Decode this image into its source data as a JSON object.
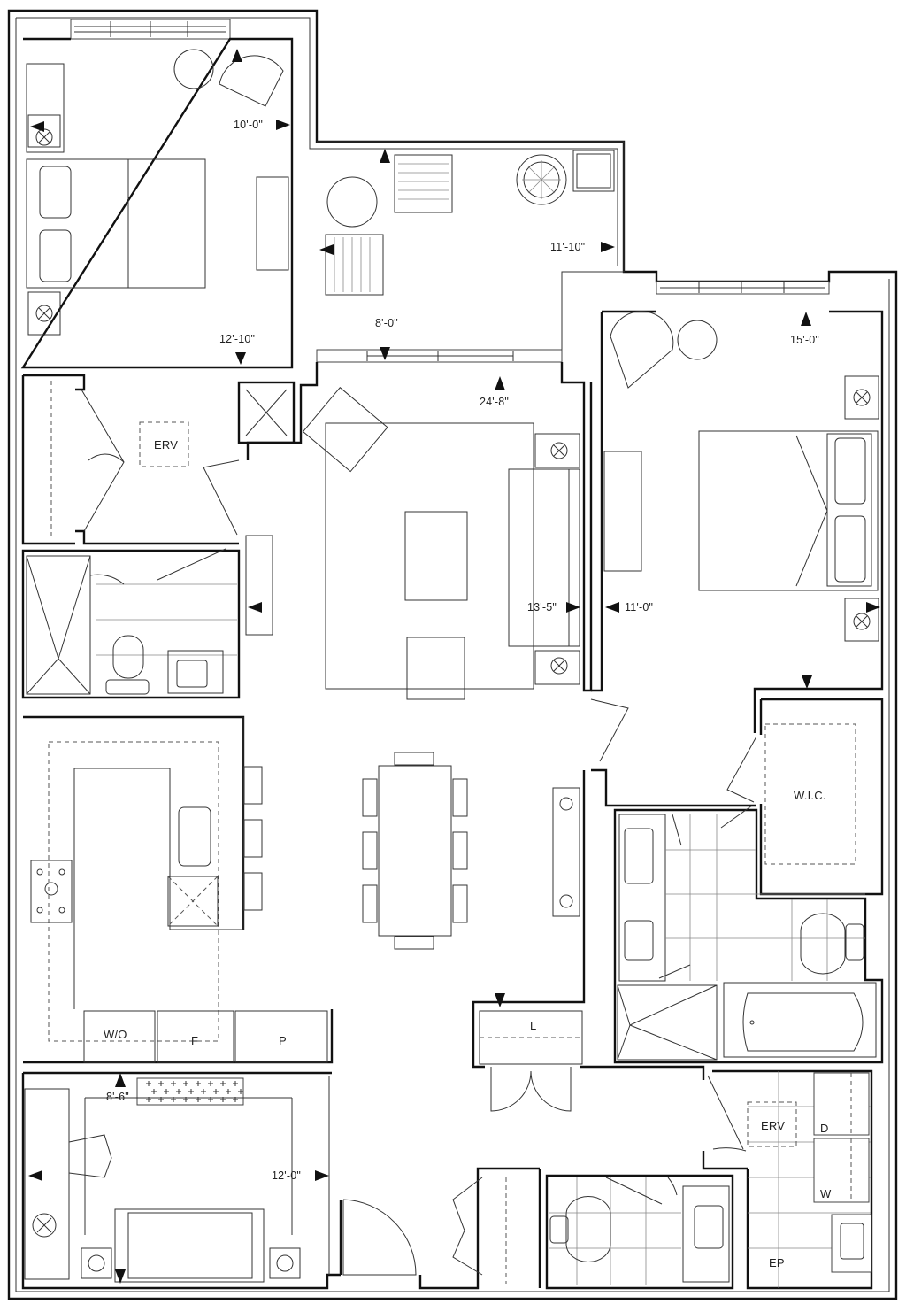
{
  "rooms": {
    "erv_top": "ERV",
    "erv_bottom": "ERV",
    "walk_in_closet": "W.I.C.",
    "wall_oven": "W/O",
    "fridge": "F",
    "pantry": "P",
    "linen": "L",
    "dryer": "D",
    "washer": "W",
    "electrical_panel": "EP"
  },
  "dimensions": {
    "bedroom2_width": "10'-0\"",
    "bedroom2_length": "12'-10\"",
    "balcony_width": "11'-10\"",
    "balcony_depth": "8'-0\"",
    "living_length": "24'-8\"",
    "living_width": "13'-5\"",
    "primary_width": "15'-0\"",
    "primary_length": "11'-0\"",
    "den_width": "8'-6\"",
    "den_length": "12'-0\""
  }
}
